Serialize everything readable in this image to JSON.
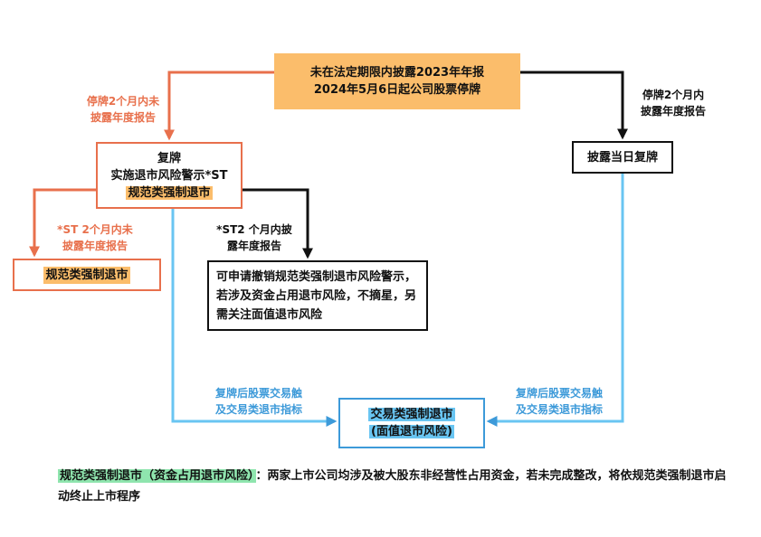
{
  "boxes": {
    "top": {
      "line1": "未在法定期限内披露2023年年报",
      "line2": "2024年5月6日起公司股票停牌"
    },
    "resume": {
      "line1": "复牌",
      "line2": "实施退市风险警示*ST",
      "line3": "规范类强制退市"
    },
    "exit_left": {
      "text": "规范类强制退市"
    },
    "right": {
      "text": "披露当日复牌"
    },
    "mid": {
      "text": "可申请撤销规范类强制退市风险警示，若涉及资金占用退市风险，不摘星，另需关注面值退市风险"
    },
    "trade": {
      "line1": "交易类强制退市",
      "line2": "(面值退市风险)"
    }
  },
  "labels": {
    "left_top": {
      "line1": "停牌2个月内未",
      "line2": "披露年度报告"
    },
    "right_top": {
      "line1": "停牌2个月内",
      "line2": "披露年度报告"
    },
    "st_left": {
      "line1": "*ST 2个月内未",
      "line2": "披露年度报告"
    },
    "st_mid": {
      "line1": "*ST2 个月内披",
      "line2": "露年度报告"
    },
    "blue_left": {
      "line1": "复牌后股票交易触",
      "line2": "及交易类退市指标"
    },
    "blue_right": {
      "line1": "复牌后股票交易触",
      "line2": "及交易类退市指标"
    }
  },
  "note": {
    "term": "规范类强制退市（资金占用退市风险）",
    "text": "：两家上市公司均涉及被大股东非经营性占用资金，若未完成整改，将依规范类强制退市启动终止上市程序"
  },
  "colors": {
    "orange": "#e8704c",
    "orange_fill": "#fbbd6b",
    "blue": "#3d9ad9",
    "blue_fill": "#69c5f2",
    "green_fill": "#8fe5ae",
    "black": "#111111"
  }
}
